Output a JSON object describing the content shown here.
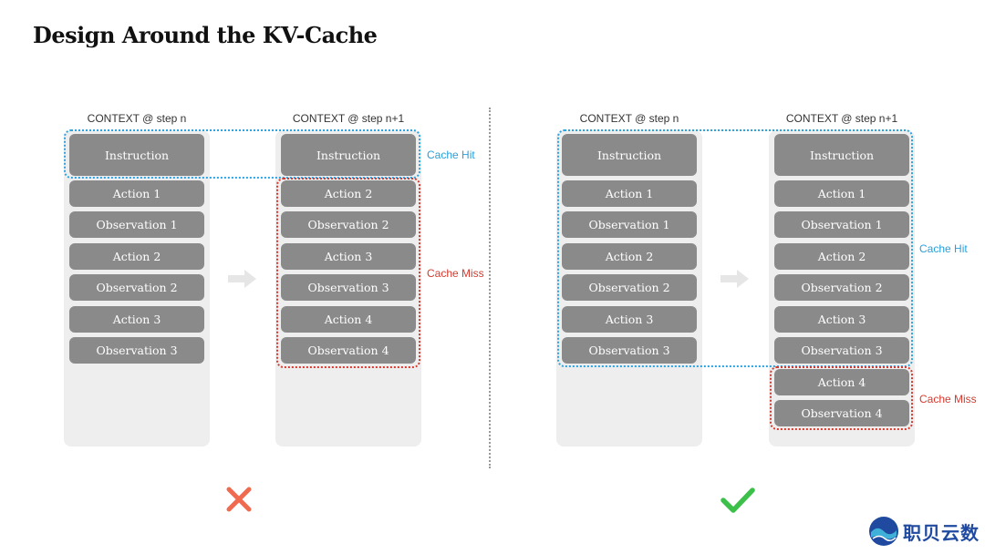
{
  "title": "Design Around the KV-Cache",
  "labels": {
    "step_n": "CONTEXT @ step n",
    "step_n1": "CONTEXT @ step n+1",
    "cache_hit": "Cache Hit",
    "cache_miss": "Cache Miss"
  },
  "left_example": {
    "context_n": [
      "Instruction",
      "Action 1",
      "Observation 1",
      "Action 2",
      "Observation 2",
      "Action 3",
      "Observation 3"
    ],
    "context_n1": [
      "Instruction",
      "Action 2",
      "Observation 2",
      "Action 3",
      "Observation 3",
      "Action 4",
      "Observation 4"
    ],
    "verdict": "cross-icon"
  },
  "right_example": {
    "context_n": [
      "Instruction",
      "Action 1",
      "Observation 1",
      "Action 2",
      "Observation 2",
      "Action 3",
      "Observation 3"
    ],
    "context_n1": [
      "Instruction",
      "Action 1",
      "Observation 1",
      "Action 2",
      "Observation 2",
      "Action 3",
      "Observation 3",
      "Action 4",
      "Observation 4"
    ],
    "verdict": "check-icon"
  },
  "logo": {
    "text": "职贝云数"
  },
  "colors": {
    "block": "#8a8a8a",
    "panel": "#eeeeee",
    "cache_hit": "#2fa3df",
    "cache_miss": "#d63a2f",
    "cross": "#f06a4f",
    "check": "#3cc04a"
  }
}
